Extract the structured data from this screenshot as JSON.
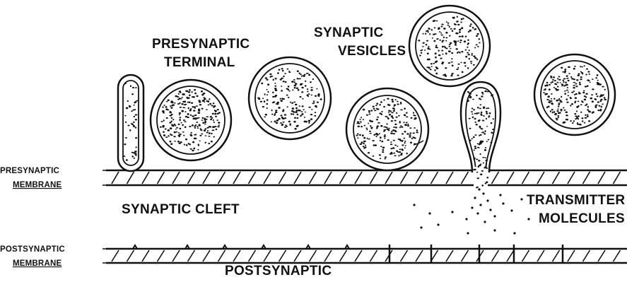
{
  "diagram": {
    "labels": {
      "presynaptic_terminal_line1": "PRESYNAPTIC",
      "presynaptic_terminal_line2": "TERMINAL",
      "synaptic_vesicles_line1": "SYNAPTIC",
      "synaptic_vesicles_line2": "VESICLES",
      "presynaptic_membrane_line1": "PRESYNAPTIC",
      "presynaptic_membrane_line2": "MEMBRANE",
      "synaptic_cleft": "SYNAPTIC CLEFT",
      "transmitter_line1": "TRANSMITTER",
      "transmitter_line2": "MOLECULES",
      "postsynaptic_membrane_line1": "POSTSYNAPTIC",
      "postsynaptic_membrane_line2": "MEMBRANE",
      "postsynaptic": "POSTSYNAPTIC"
    }
  }
}
